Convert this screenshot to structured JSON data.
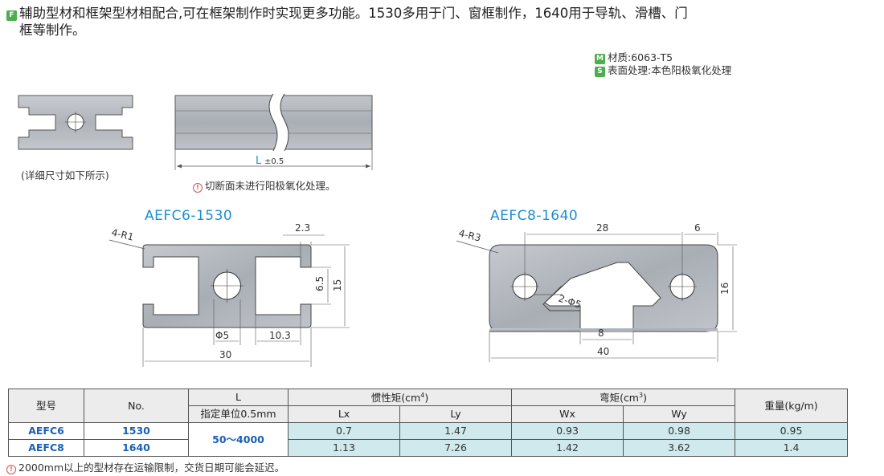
{
  "intro": {
    "badge": "F",
    "text_line1": "辅助型材和框架型材相配合,可在框架制作时实现更多功能。1530多用于门、窗框制作，1640用于导轨、滑槽、门",
    "text_line2": "框等制作。"
  },
  "specs": [
    {
      "badge": "M",
      "text": "材质:6063-T5"
    },
    {
      "badge": "S",
      "text": "表面处理:本色阳极氧化处理"
    }
  ],
  "overview": {
    "caption": "(详细尺寸如下所示)",
    "length_label": "L",
    "length_tol": "±0.5",
    "cut_note_icon": "!",
    "cut_note": "切断面未进行阳极氧化处理。"
  },
  "profile_1530": {
    "title": "AEFC6-1530",
    "radius": "4-R1",
    "dim_top": "2.3",
    "dim_inner_h": "6.5",
    "dim_h": "15",
    "dim_hole": "Φ5",
    "dim_slot": "10.3",
    "dim_w": "30"
  },
  "profile_1640": {
    "title": "AEFC8-1640",
    "radius": "4-R3",
    "dim_holes_pitch": "28",
    "dim_edge": "6",
    "dim_h": "16",
    "dim_holes": "2-Φ5",
    "dim_slot": "8",
    "dim_w": "40"
  },
  "table": {
    "headers": {
      "model": "型号",
      "no": "No.",
      "l_top": "L",
      "l_sub": "指定单位0.5mm",
      "inertia": "惯性矩(cm",
      "inertia_sup": "4",
      "moment": "弯矩(cm",
      "moment_sup": "3",
      "close_paren": ")",
      "weight": "重量(kg/m)",
      "lx": "Lx",
      "ly": "Ly",
      "wx": "Wx",
      "wy": "Wy"
    },
    "l_range": "50～4000",
    "rows": [
      {
        "model": "AEFC6",
        "no": "1530",
        "lx": "0.7",
        "ly": "1.47",
        "wx": "0.93",
        "wy": "0.98",
        "weight": "0.95"
      },
      {
        "model": "AEFC8",
        "no": "1640",
        "lx": "1.13",
        "ly": "7.26",
        "wx": "1.42",
        "wy": "3.62",
        "weight": "1.4"
      }
    ]
  },
  "footnote": {
    "icon": "!",
    "text": "2000mm以上的型材存在运输限制，交货日期可能会延迟。"
  },
  "colors": {
    "accent_blue": "#1a8fd0",
    "badge_green": "#4cae4c",
    "warn_red": "#d9534f",
    "profile_fill": "#b9bec4",
    "table_value_bg": "#cfe9ec"
  }
}
